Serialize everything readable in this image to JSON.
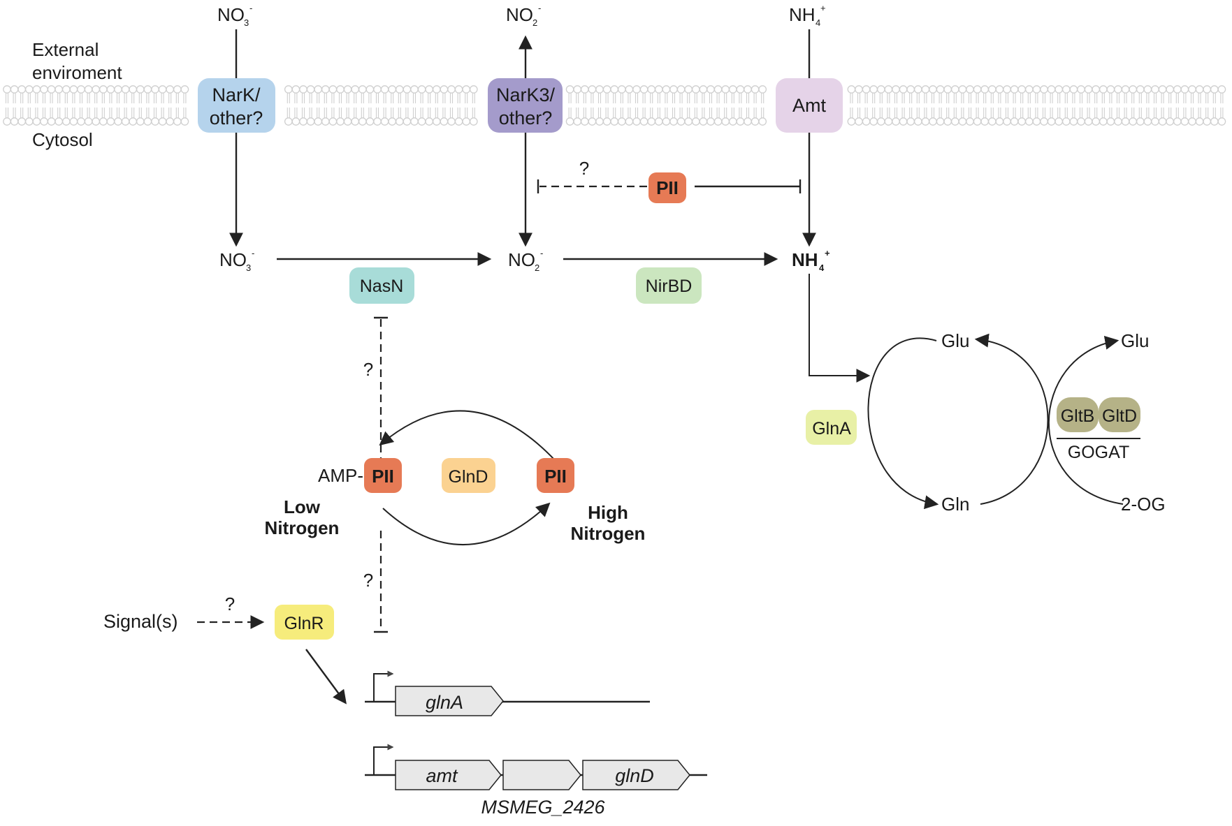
{
  "environment": {
    "external_line1": "External",
    "external_line2": "enviroment",
    "cytosol": "Cytosol"
  },
  "ions": {
    "no3_ext": "NO",
    "no3_ext_sub": "3",
    "no3_ext_sup": "-",
    "no2_ext": "NO",
    "no2_ext_sub": "2",
    "no2_ext_sup": "-",
    "nh4_ext": "NH",
    "nh4_ext_sub": "4",
    "nh4_ext_sup": "+",
    "no3_cyt": "NO",
    "no3_cyt_sub": "3",
    "no3_cyt_sup": "-",
    "no2_cyt": "NO",
    "no2_cyt_sub": "2",
    "no2_cyt_sup": "-",
    "nh4_cyt": "NH",
    "nh4_cyt_sub": "4",
    "nh4_cyt_sup": "+"
  },
  "transporters": {
    "nark_line1": "NarK/",
    "nark_line2": "other?",
    "nark3_line1": "NarK3/",
    "nark3_line2": "other?",
    "amt": "Amt"
  },
  "enzymes": {
    "pii_top": "PII",
    "nasn": "NasN",
    "nirbd": "NirBD",
    "glna": "GlnA",
    "gltb": "GltB",
    "gltd": "GltD",
    "gogat": "GOGAT",
    "amp_prefix": "AMP-",
    "pii_amp": "PII",
    "glnd": "GlnD",
    "pii_free": "PII",
    "glnr": "GlnR"
  },
  "metabolites": {
    "glu_left": "Glu",
    "glu_right": "Glu",
    "gln": "Gln",
    "two_og": "2-OG"
  },
  "conditions": {
    "low_line1": "Low",
    "low_line2": "Nitrogen",
    "high_line1": "High",
    "high_line2": "Nitrogen"
  },
  "unknowns": {
    "q_top": "?",
    "q_nasn": "?",
    "q_promoter": "?",
    "q_signal": "?"
  },
  "signal": "Signal(s)",
  "genes": {
    "glna": "glnA",
    "amt": "amt",
    "glnd": "glnD",
    "operon": "MSMEG_2426"
  },
  "colors": {
    "nark": "#b5d3ec",
    "nark3": "#a49bcb",
    "amt": "#e5d3e8",
    "pii": "#e67a55",
    "nasn": "#a8dcd8",
    "nirbd": "#cbe6bf",
    "glna": "#e8f0a6",
    "gltbd": "#b5b287",
    "glnd": "#fbd291",
    "glnr": "#f6ec7c",
    "gene_fill": "#e8e8e8",
    "membrane": "#cfcfcf"
  }
}
